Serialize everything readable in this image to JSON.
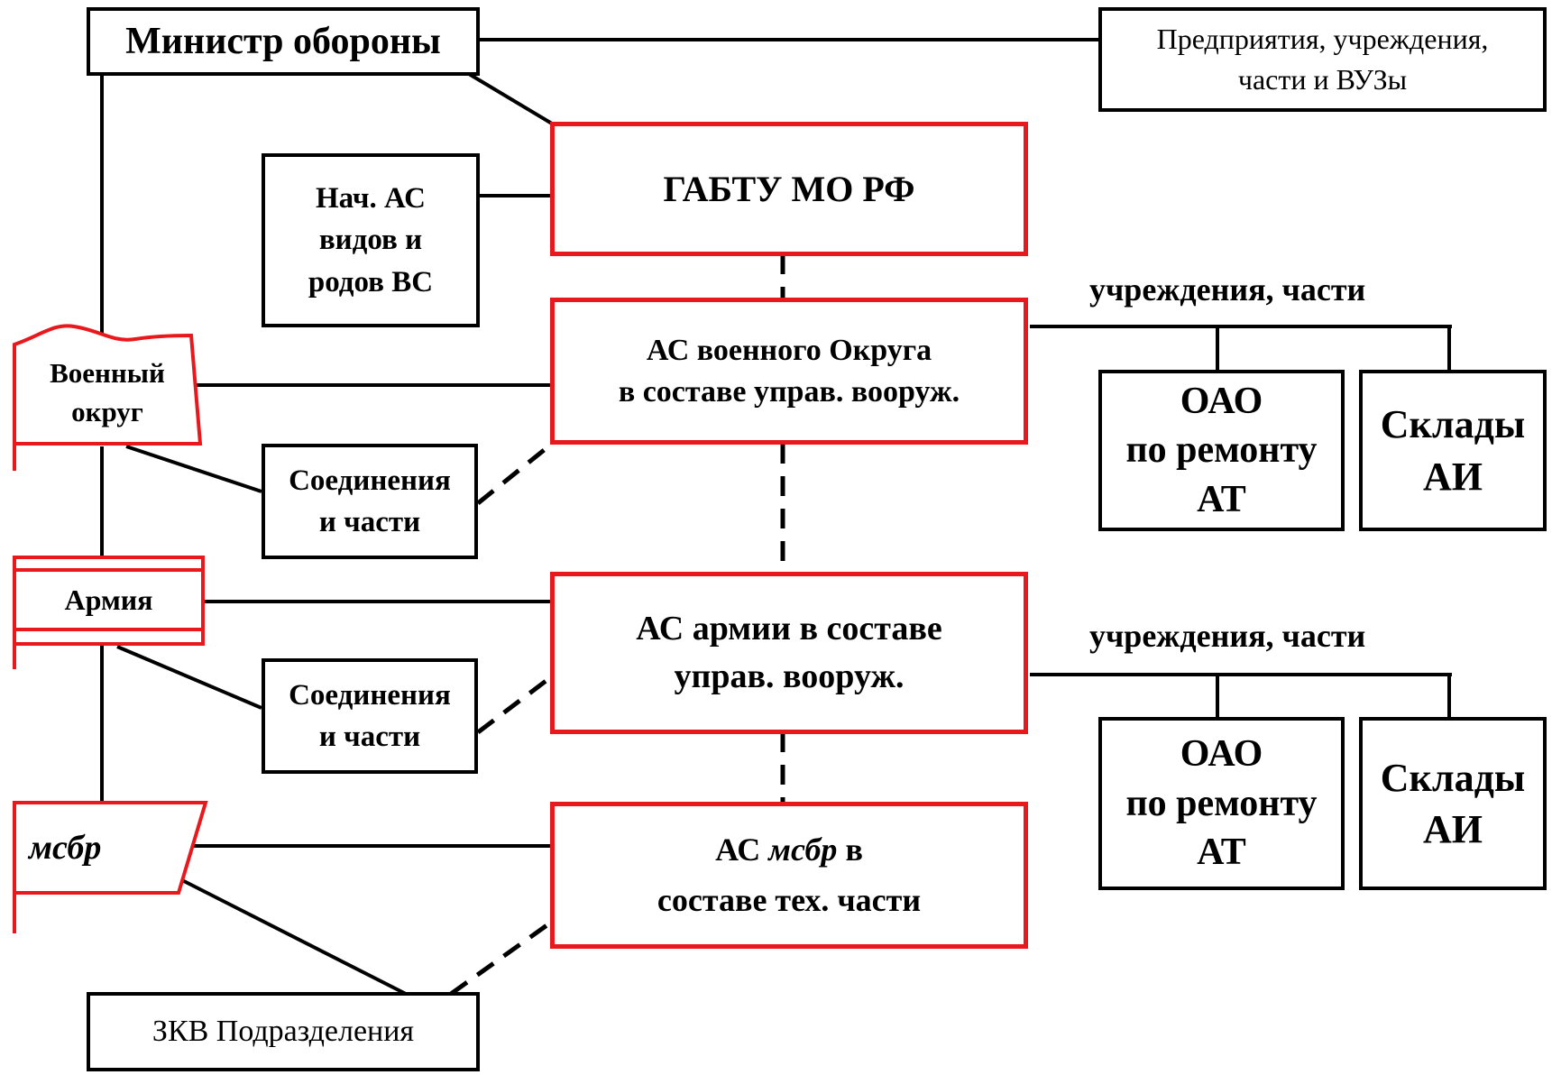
{
  "minister": "Министр обороны",
  "enterprises": "Предприятия, учреждения,\nчасти и ВУЗы",
  "gabtu": "ГАБТУ МО РФ",
  "nach_as": "Нач. АС\nвидов и\nродов ВС",
  "as_okrug": "АС военного Округа\nв составе управ. вооруж.",
  "voenny_okrug": "Военный\nокруг",
  "soedineniya_1": "Соединения\nи части",
  "armiya": "Армия",
  "as_armii": "АС армии в составе\n управ. вооруж.",
  "soedineniya_2": "Соединения\nи части",
  "msbr_flag": "мсбр",
  "as_msbr": {
    "prefix": "АС ",
    "italic": "мсбр",
    "suffix": " в",
    "line2": "составе тех. части"
  },
  "zkv": "ЗКВ Подразделения",
  "uchrezhdeniya_1": "учреждения, части",
  "oao_1": "ОАО\nпо ремонту\nАТ",
  "sklady_1": "Склады\nАИ",
  "uchrezhdeniya_2": "учреждения, части",
  "oao_2": "ОАО\nпо ремонту\nАТ",
  "sklady_2": "Склады\nАИ",
  "colors": {
    "accent": "#e8181c",
    "line": "#000000"
  }
}
